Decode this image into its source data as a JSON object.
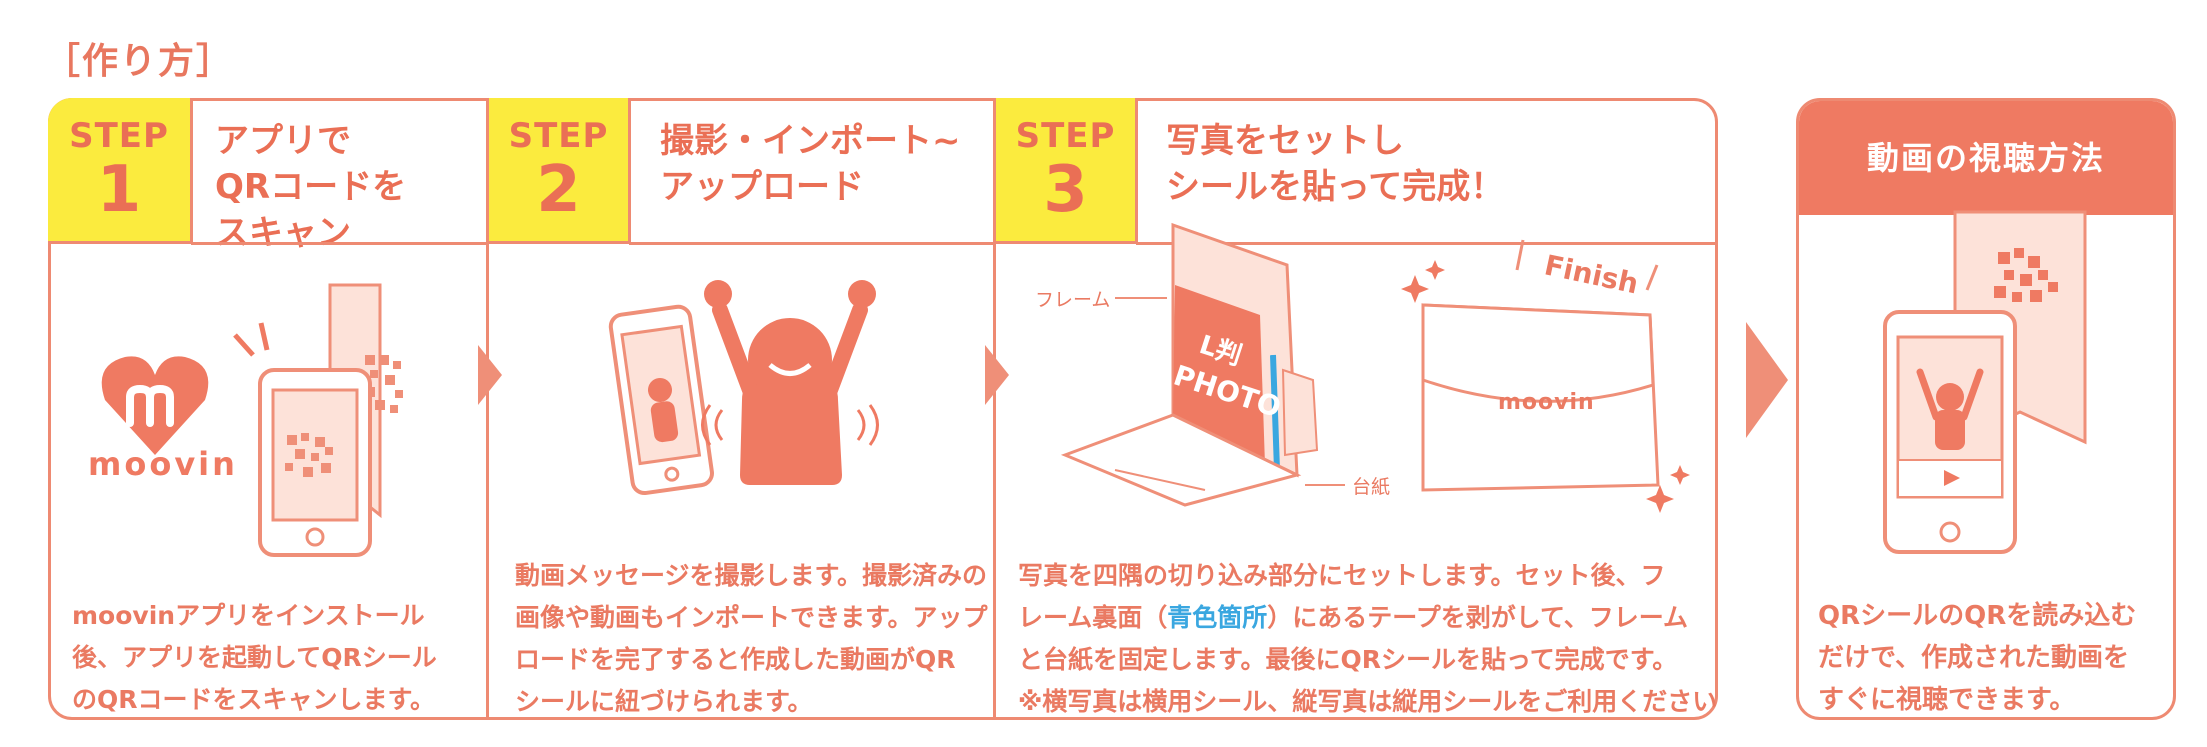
{
  "title": "［作り方］",
  "steps": [
    {
      "label": "STEP",
      "number": "1",
      "title": "アプリで\nQRコードを\nスキャン",
      "desc": [
        "moovinアプリをインストール",
        "後、アプリを起動してQRシール",
        "のQRコードをスキャンします。"
      ]
    },
    {
      "label": "STEP",
      "number": "2",
      "title": "撮影・インポート~\nアップロード",
      "desc": [
        "動画メッセージを撮影します。撮影済みの",
        "画像や動画もインポートできます。アップ",
        "ロードを完了すると作成した動画がQR",
        "シールに紐づけられます。"
      ]
    },
    {
      "label": "STEP",
      "number": "3",
      "title": "写真をセットし\nシールを貼って完成！",
      "desc_line1": "写真を四隅の切り込み部分にセットします。セット後、フ",
      "desc_line2_pre": "レーム裏面（",
      "desc_line2_blue": "青色箇所",
      "desc_line2_post": "）にあるテープを剥がして、フレーム",
      "desc_line3": "と台紙を固定します。最後にQRシールを貼って完成です。",
      "desc_line4": "※横写真は横用シール、縦写真は縦用シールをご利用ください"
    }
  ],
  "illustration": {
    "logo_text": "moovin",
    "frame_label": "フレーム",
    "photo_label_1": "L判",
    "photo_label_2": "PHOTO",
    "mount_label": "台紙",
    "finish_label": "Finish",
    "case_logo": "moovin"
  },
  "how_to_view": {
    "heading": "動画の視聴方法",
    "desc": [
      "QRシールのQRを読み込む",
      "だけで、作成された動画を",
      "すぐに視聴できます。"
    ]
  },
  "colors": {
    "accent": "#ee8a72",
    "highlight": "#fbeb3e",
    "heading_bg": "#ef7a62",
    "blue": "#3aa7e0"
  }
}
